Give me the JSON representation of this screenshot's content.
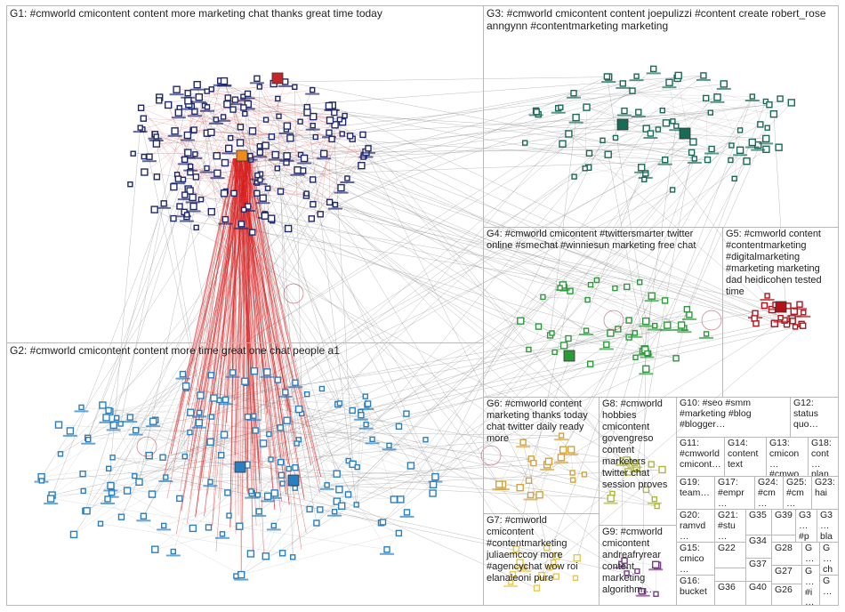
{
  "colors": {
    "g1": "#1f2a6e",
    "g2": "#2a7fc0",
    "g3": "#1a6a58",
    "g4": "#2a9a3a",
    "g5": "#b3121b",
    "g6": "#d4a33a",
    "g7": "#e8c84a",
    "g8": "#b0b83a",
    "g9": "#7a3a8a",
    "edge": "#8a8a8a",
    "edge_red": "#d81e1e"
  },
  "groups": [
    {
      "id": "g1",
      "label": "G1: #cmworld cmicontent content more marketing chat thanks great time today"
    },
    {
      "id": "g2",
      "label": "G2: #cmworld cmicontent content more time great one chat people a1"
    },
    {
      "id": "g3",
      "label": "G3: #cmworld cmicontent content joepulizzi #content create robert_rose anngynn #contentmarketing marketing"
    },
    {
      "id": "g4",
      "label": "G4: #cmworld cmicontent #twittersmarter twitter online #smechat #winniesun marketing free chat"
    },
    {
      "id": "g5",
      "label": "G5: #cmworld content #contentmarketing #digitalmarketing #marketing marketing dad heidicohen tested time"
    },
    {
      "id": "g6",
      "label": "G6: #cmworld content marketing thanks today chat twitter daily ready more"
    },
    {
      "id": "g7",
      "label": "G7: #cmworld cmicontent #contentmarketing juliaemccoy more #agencychat wow roi elanaleoni pure"
    },
    {
      "id": "g8",
      "label": "G8: #cmworld hobbies cmicontent govengreso content marketers twitter chat session proves"
    },
    {
      "id": "g9",
      "label": "G9: #cmworld cmicontent andreafryrear content marketing algorithm…"
    },
    {
      "id": "g10",
      "label": "G10: #seo #smm #marketing #blog #blogger…"
    },
    {
      "id": "g11",
      "label": "G11: #cmworld cmicont…"
    },
    {
      "id": "g12",
      "label": "G12: status quo…"
    },
    {
      "id": "g13",
      "label": "G13: cmicon… #cmwo…"
    },
    {
      "id": "g14",
      "label": "G14: content text"
    },
    {
      "id": "g15",
      "label": "G15: cmico…"
    },
    {
      "id": "g16",
      "label": "G16: bucket"
    },
    {
      "id": "g17",
      "label": "G17: #empr…"
    },
    {
      "id": "g18",
      "label": "G18: cont… plan…"
    },
    {
      "id": "g19",
      "label": "G19: team…"
    },
    {
      "id": "g20",
      "label": "G20: ramvd…"
    },
    {
      "id": "g21",
      "label": "G21: #stu…"
    },
    {
      "id": "g22",
      "label": "G22"
    },
    {
      "id": "g23",
      "label": "G23: hai"
    },
    {
      "id": "g24",
      "label": "G24: #cm…"
    },
    {
      "id": "g25",
      "label": "G25: #cm…"
    },
    {
      "id": "g26",
      "label": "G26"
    },
    {
      "id": "g27",
      "label": "G27"
    },
    {
      "id": "g28",
      "label": "G28"
    },
    {
      "id": "g29",
      "label": "G…"
    },
    {
      "id": "g30",
      "label": "G3… bla…"
    },
    {
      "id": "g31",
      "label": "G… ch…"
    },
    {
      "id": "g32",
      "label": "G… #i…"
    },
    {
      "id": "g33",
      "label": "G…"
    },
    {
      "id": "g34",
      "label": "G34"
    },
    {
      "id": "g35",
      "label": "G35"
    },
    {
      "id": "g36",
      "label": "G36"
    },
    {
      "id": "g37",
      "label": "G37"
    },
    {
      "id": "g38",
      "label": "G3… #p…"
    },
    {
      "id": "g39",
      "label": "G39"
    },
    {
      "id": "g40",
      "label": "G40"
    }
  ]
}
